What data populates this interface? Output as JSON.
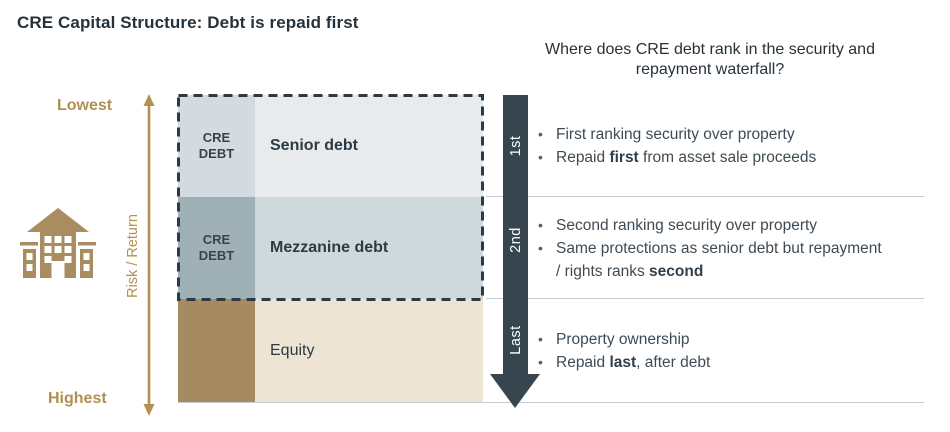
{
  "title": "CRE Capital Structure: Debt is repaid first",
  "question": {
    "line1": "Where does CRE debt rank in the security and",
    "line2": "repayment waterfall?"
  },
  "risk_axis": {
    "top": "Lowest",
    "bottom": "Highest",
    "label": "Risk / Return"
  },
  "structure": {
    "rows": [
      {
        "tag": "CRE DEBT",
        "name": "Senior debt",
        "name_bold": true,
        "rank": "1st",
        "tag_fill": "#d4dbe0",
        "fill": "#e7ebed",
        "bullets": [
          [
            {
              "t": "First ranking security over property"
            }
          ],
          [
            {
              "t": "Repaid "
            },
            {
              "t": "first",
              "b": true
            },
            {
              "t": " from asset sale proceeds"
            }
          ]
        ]
      },
      {
        "tag": "CRE DEBT",
        "name": "Mezzanine debt",
        "name_bold": true,
        "rank": "2nd",
        "tag_fill": "#9fb1b7",
        "fill": "#cfd8da",
        "bullets": [
          [
            {
              "t": "Second ranking security over property"
            }
          ],
          [
            {
              "t": "Same protections as senior debt but repayment / rights ranks "
            },
            {
              "t": "second",
              "b": true
            }
          ]
        ]
      },
      {
        "tag": "",
        "name": "Equity",
        "name_bold": false,
        "rank": "Last",
        "tag_fill": "#a78b60",
        "fill": "#ede4d4",
        "bullets": [
          [
            {
              "t": "Property ownership"
            }
          ],
          [
            {
              "t": "Repaid "
            },
            {
              "t": "last",
              "b": true
            },
            {
              "t": ", after debt"
            }
          ]
        ]
      }
    ]
  },
  "colors": {
    "gold": "#b2904f",
    "building": "#a98c5f",
    "arrow_dark": "#37464e",
    "title_text": "#26323b",
    "body_text": "#3f4b54",
    "divider": "#c4ced2",
    "dashed_border": "#2b3a43"
  }
}
